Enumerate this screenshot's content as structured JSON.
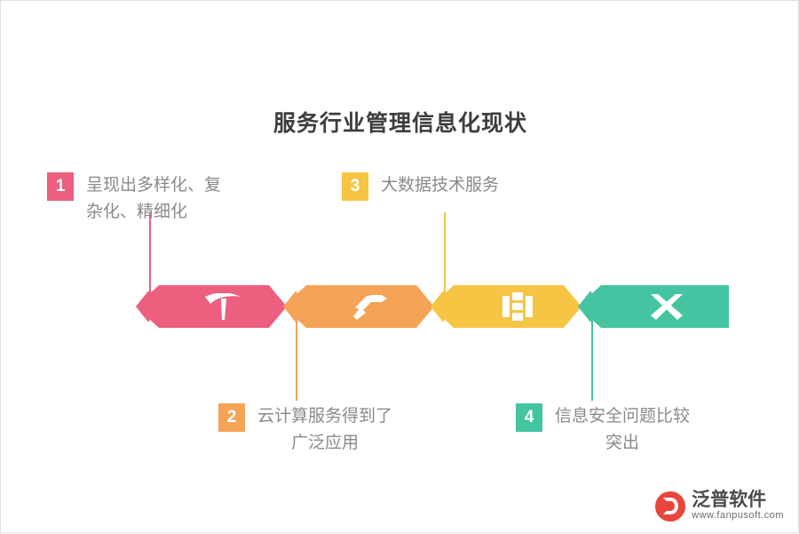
{
  "title": "服务行业管理信息化现状",
  "colors": {
    "pink": "#ec5f7e",
    "orange": "#f5a356",
    "yellow": "#f7c544",
    "teal": "#44c4a1",
    "text_gray": "#8a8a8a",
    "title_gray": "#3d3d3d",
    "logo_red": "#e8453c"
  },
  "steps": [
    {
      "number": "1",
      "text": "呈现出多样化、复\n杂化、精细化",
      "color": "#ec5f7e",
      "icon": "pickaxe-icon",
      "position": "above"
    },
    {
      "number": "2",
      "text": "云计算服务得到了\n广泛应用",
      "color": "#f5a356",
      "icon": "hammer-icon",
      "position": "below"
    },
    {
      "number": "3",
      "text": "大数据技术服务",
      "color": "#f7c544",
      "icon": "ruler-icon",
      "position": "above"
    },
    {
      "number": "4",
      "text": "信息安全问题比较\n突出",
      "color": "#44c4a1",
      "icon": "crossed-tools-icon",
      "position": "below"
    }
  ],
  "watermark": {
    "brand": "泛普软件",
    "url": "www.fanpusoft.com"
  }
}
